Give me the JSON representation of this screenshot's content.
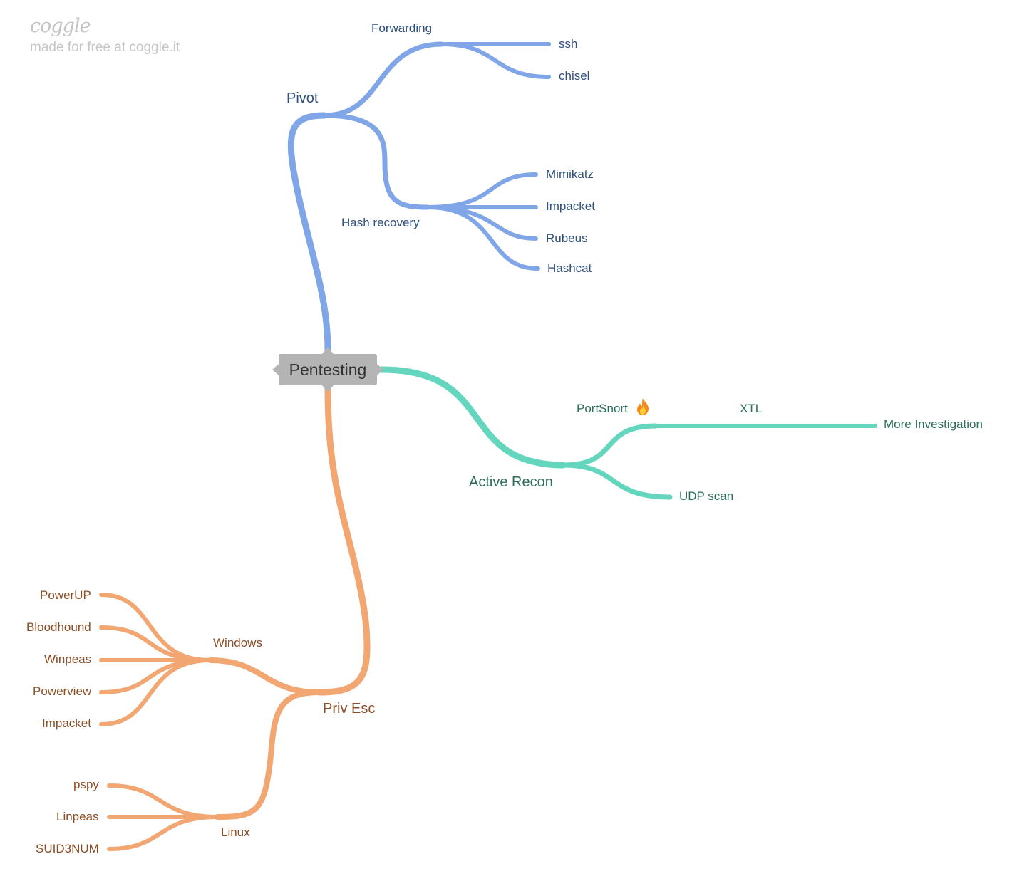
{
  "brand": {
    "logo": "coggle",
    "tagline": "made for free at coggle.it"
  },
  "colors": {
    "pivot_branch": "#80a6e8",
    "recon_branch": "#64d6be",
    "privesc_branch": "#f2a672",
    "root_fill": "#b4b4b4"
  },
  "root": {
    "label": "Pentesting"
  },
  "pivot": {
    "label": "Pivot",
    "forwarding": {
      "label": "Forwarding",
      "children": [
        "ssh",
        "chisel"
      ]
    },
    "hash_recovery": {
      "label": "Hash recovery",
      "children": [
        "Mimikatz",
        "Impacket",
        "Rubeus",
        "Hashcat"
      ]
    }
  },
  "active_recon": {
    "label": "Active Recon",
    "portsnort": {
      "label": "PortSnort",
      "icon": "fire-icon",
      "child": "XTL",
      "grandchild": "More Investigation"
    },
    "udp": {
      "label": "UDP scan"
    }
  },
  "priv_esc": {
    "label": "Priv Esc",
    "windows": {
      "label": "Windows",
      "children": [
        "PowerUP",
        "Bloodhound",
        "Winpeas",
        "Powerview",
        "Impacket"
      ]
    },
    "linux": {
      "label": "Linux",
      "children": [
        "pspy",
        "Linpeas",
        "SUID3NUM"
      ]
    }
  }
}
